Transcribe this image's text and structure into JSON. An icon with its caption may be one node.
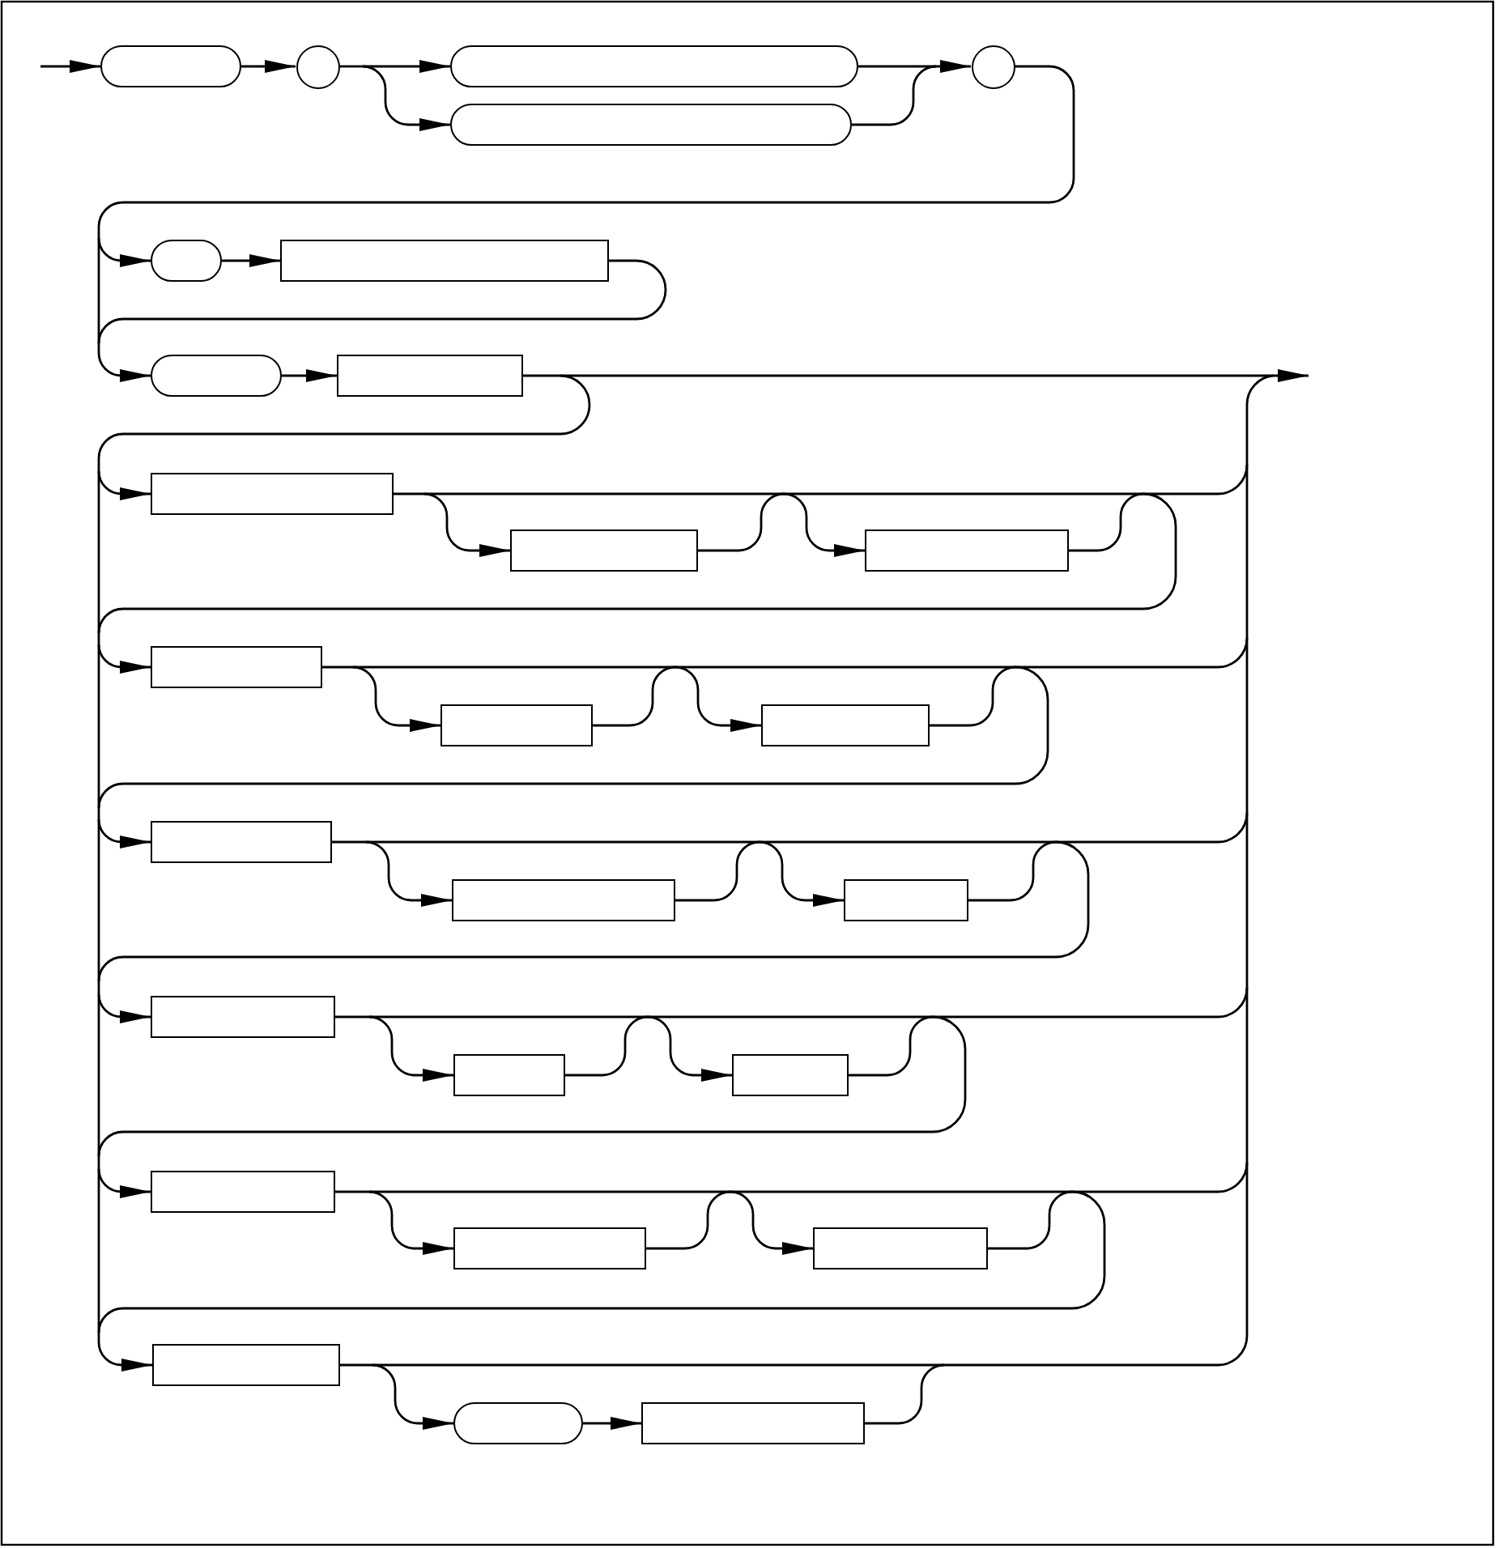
{
  "diagram": {
    "nodes": [
      {
        "text": [],
        "shape": "pill"
      },
      {
        "text": [],
        "shape": "circle"
      },
      {
        "text": [],
        "shape": "pill"
      },
      {
        "text": [],
        "shape": "pill"
      },
      {
        "text": [],
        "shape": "circle"
      },
      {
        "text": [],
        "shape": "pill"
      },
      {
        "text": [],
        "shape": "box"
      },
      {
        "text": [],
        "shape": "pill"
      },
      {
        "text": [],
        "shape": "box"
      },
      {
        "text": [],
        "shape": "box"
      },
      {
        "text": [],
        "shape": "box"
      },
      {
        "text": [],
        "shape": "box"
      },
      {
        "text": [],
        "shape": "box"
      },
      {
        "text": [],
        "shape": "box"
      },
      {
        "text": [],
        "shape": "box"
      },
      {
        "text": [],
        "shape": "box"
      },
      {
        "text": [],
        "shape": "box"
      },
      {
        "text": [],
        "shape": "box"
      },
      {
        "text": [],
        "shape": "box"
      },
      {
        "text": [],
        "shape": "box"
      },
      {
        "text": [],
        "shape": "box"
      },
      {
        "text": [],
        "shape": "box"
      },
      {
        "text": [],
        "shape": "box"
      },
      {
        "text": [],
        "shape": "box"
      },
      {
        "text": [],
        "shape": "box"
      },
      {
        "text": [],
        "shape": "pill"
      },
      {
        "text": [],
        "shape": "box"
      }
    ],
    "edges": [
      {
        "from": null,
        "to": 0,
        "arrow": "to"
      },
      {
        "from": 0,
        "to": 1,
        "arrow": "to"
      },
      {
        "from": 1,
        "to": 2,
        "arrow": "to"
      },
      {
        "from": 1,
        "to": 3,
        "arrow": "to"
      },
      {
        "from": 2,
        "to": 4,
        "arrow": "to"
      },
      {
        "from": 3,
        "to": 4,
        "arrow": "to"
      },
      {
        "from": 4,
        "to": 5,
        "arrow": "to"
      },
      {
        "from": 4,
        "to": 7,
        "arrow": "to"
      },
      {
        "from": 5,
        "to": 6,
        "arrow": "to"
      },
      {
        "from": 6,
        "to": 7,
        "arrow": "to"
      },
      {
        "from": 7,
        "to": 8,
        "arrow": "to"
      },
      {
        "from": 8,
        "to": null,
        "arrow": "to"
      },
      {
        "from": 8,
        "to": 9,
        "arrow": "to"
      },
      {
        "from": 8,
        "to": 12,
        "arrow": "to"
      },
      {
        "from": 8,
        "to": 15,
        "arrow": "to"
      },
      {
        "from": 8,
        "to": 18,
        "arrow": "to"
      },
      {
        "from": 8,
        "to": 21,
        "arrow": "to"
      },
      {
        "from": 8,
        "to": 24,
        "arrow": "to"
      },
      {
        "from": 9,
        "to": 10,
        "arrow": "to"
      },
      {
        "from": 9,
        "to": 11,
        "arrow": "to"
      },
      {
        "from": 9,
        "to": null,
        "arrow": "to"
      },
      {
        "from": 9,
        "to": 12,
        "arrow": "to"
      },
      {
        "from": 9,
        "to": 15,
        "arrow": "to"
      },
      {
        "from": 9,
        "to": 18,
        "arrow": "to"
      },
      {
        "from": 9,
        "to": 21,
        "arrow": "to"
      },
      {
        "from": 9,
        "to": 24,
        "arrow": "to"
      },
      {
        "from": 10,
        "to": 11,
        "arrow": "to"
      },
      {
        "from": 10,
        "to": null,
        "arrow": "to"
      },
      {
        "from": 10,
        "to": 12,
        "arrow": "to"
      },
      {
        "from": 10,
        "to": 15,
        "arrow": "to"
      },
      {
        "from": 10,
        "to": 18,
        "arrow": "to"
      },
      {
        "from": 10,
        "to": 21,
        "arrow": "to"
      },
      {
        "from": 10,
        "to": 24,
        "arrow": "to"
      },
      {
        "from": 11,
        "to": null,
        "arrow": "to"
      },
      {
        "from": 11,
        "to": 12,
        "arrow": "to"
      },
      {
        "from": 11,
        "to": 15,
        "arrow": "to"
      },
      {
        "from": 11,
        "to": 18,
        "arrow": "to"
      },
      {
        "from": 11,
        "to": 21,
        "arrow": "to"
      },
      {
        "from": 11,
        "to": 24,
        "arrow": "to"
      },
      {
        "from": 12,
        "to": 13,
        "arrow": "to"
      },
      {
        "from": 12,
        "to": 14,
        "arrow": "to"
      },
      {
        "from": 12,
        "to": null,
        "arrow": "to"
      },
      {
        "from": 12,
        "to": 15,
        "arrow": "to"
      },
      {
        "from": 12,
        "to": 18,
        "arrow": "to"
      },
      {
        "from": 12,
        "to": 21,
        "arrow": "to"
      },
      {
        "from": 12,
        "to": 24,
        "arrow": "to"
      },
      {
        "from": 13,
        "to": 14,
        "arrow": "to"
      },
      {
        "from": 13,
        "to": null,
        "arrow": "to"
      },
      {
        "from": 13,
        "to": 15,
        "arrow": "to"
      },
      {
        "from": 13,
        "to": 18,
        "arrow": "to"
      },
      {
        "from": 13,
        "to": 21,
        "arrow": "to"
      },
      {
        "from": 13,
        "to": 24,
        "arrow": "to"
      },
      {
        "from": 14,
        "to": null,
        "arrow": "to"
      },
      {
        "from": 14,
        "to": 15,
        "arrow": "to"
      },
      {
        "from": 14,
        "to": 18,
        "arrow": "to"
      },
      {
        "from": 14,
        "to": 21,
        "arrow": "to"
      },
      {
        "from": 14,
        "to": 24,
        "arrow": "to"
      },
      {
        "from": 15,
        "to": 16,
        "arrow": "to"
      },
      {
        "from": 15,
        "to": 17,
        "arrow": "to"
      },
      {
        "from": 15,
        "to": null,
        "arrow": "to"
      },
      {
        "from": 15,
        "to": 18,
        "arrow": "to"
      },
      {
        "from": 15,
        "to": 21,
        "arrow": "to"
      },
      {
        "from": 15,
        "to": 24,
        "arrow": "to"
      },
      {
        "from": 16,
        "to": 17,
        "arrow": "to"
      },
      {
        "from": 16,
        "to": null,
        "arrow": "to"
      },
      {
        "from": 16,
        "to": 18,
        "arrow": "to"
      },
      {
        "from": 16,
        "to": 21,
        "arrow": "to"
      },
      {
        "from": 16,
        "to": 24,
        "arrow": "to"
      },
      {
        "from": 17,
        "to": null,
        "arrow": "to"
      },
      {
        "from": 17,
        "to": 18,
        "arrow": "to"
      },
      {
        "from": 17,
        "to": 21,
        "arrow": "to"
      },
      {
        "from": 17,
        "to": 24,
        "arrow": "to"
      },
      {
        "from": 18,
        "to": 19,
        "arrow": "to"
      },
      {
        "from": 18,
        "to": 20,
        "arrow": "to"
      },
      {
        "from": 18,
        "to": null,
        "arrow": "to"
      },
      {
        "from": 18,
        "to": 21,
        "arrow": "to"
      },
      {
        "from": 18,
        "to": 24,
        "arrow": "to"
      },
      {
        "from": 19,
        "to": 20,
        "arrow": "to"
      },
      {
        "from": 19,
        "to": null,
        "arrow": "to"
      },
      {
        "from": 19,
        "to": 21,
        "arrow": "to"
      },
      {
        "from": 19,
        "to": 24,
        "arrow": "to"
      },
      {
        "from": 20,
        "to": null,
        "arrow": "to"
      },
      {
        "from": 20,
        "to": 21,
        "arrow": "to"
      },
      {
        "from": 20,
        "to": 24,
        "arrow": "to"
      },
      {
        "from": 21,
        "to": 22,
        "arrow": "to"
      },
      {
        "from": 21,
        "to": 23,
        "arrow": "to"
      },
      {
        "from": 21,
        "to": null,
        "arrow": "to"
      },
      {
        "from": 21,
        "to": 24,
        "arrow": "to"
      },
      {
        "from": 22,
        "to": 23,
        "arrow": "to"
      },
      {
        "from": 22,
        "to": null,
        "arrow": "to"
      },
      {
        "from": 22,
        "to": 24,
        "arrow": "to"
      },
      {
        "from": 23,
        "to": null,
        "arrow": "to"
      },
      {
        "from": 23,
        "to": 24,
        "arrow": "to"
      },
      {
        "from": 24,
        "to": 25,
        "arrow": "to"
      },
      {
        "from": 24,
        "to": null,
        "arrow": "to"
      },
      {
        "from": 25,
        "to": 26,
        "arrow": "to"
      },
      {
        "from": 26,
        "to": null,
        "arrow": "to"
      }
    ]
  }
}
